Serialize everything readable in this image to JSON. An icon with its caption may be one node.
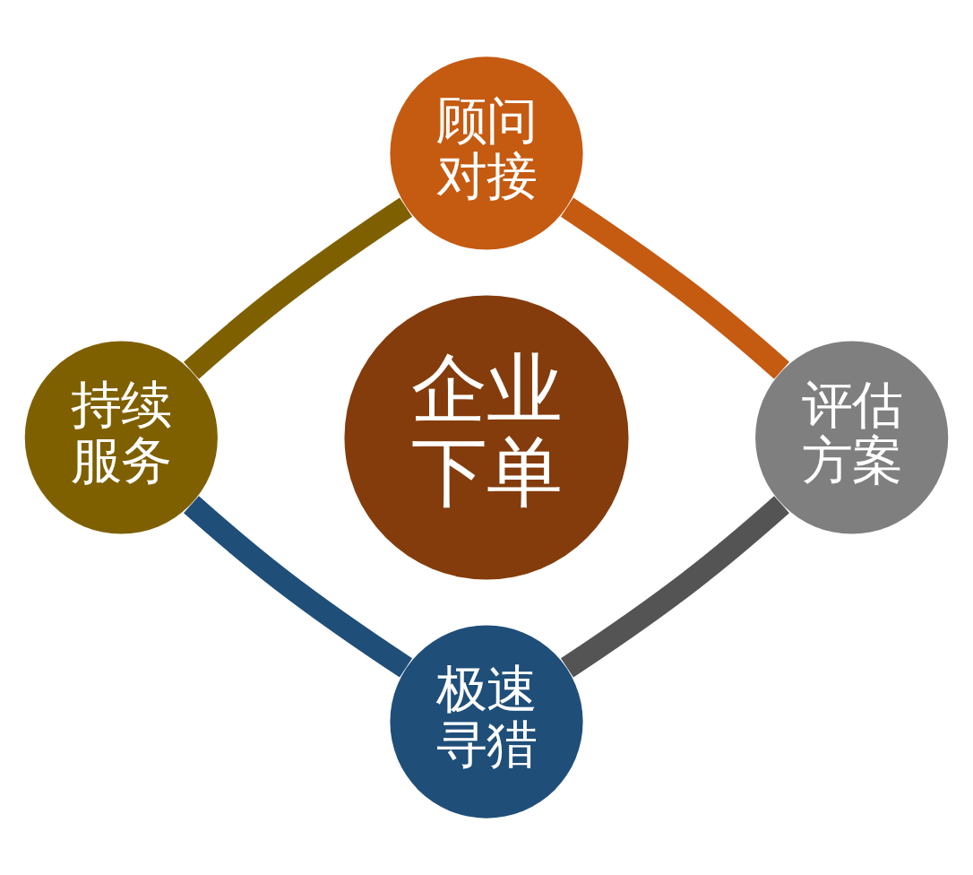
{
  "diagram": {
    "nodes": [
      {
        "text": [
          "顾问对接"
        ]
      },
      {
        "text": [
          "持续服务"
        ]
      },
      {
        "text": [
          "企业下单"
        ]
      },
      {
        "text": [
          "评估方案"
        ]
      },
      {
        "text": [
          "极速寻猎"
        ]
      }
    ],
    "edges": [
      {
        "from": 0,
        "to": 3,
        "arrow": "none",
        "color": "#c55a11"
      },
      {
        "from": 3,
        "to": 4,
        "arrow": "none",
        "color": "#545454"
      },
      {
        "from": 4,
        "to": 1,
        "arrow": "none",
        "color": "#1f4e79"
      },
      {
        "from": 1,
        "to": 0,
        "arrow": "none",
        "color": "#7f6000"
      }
    ]
  }
}
